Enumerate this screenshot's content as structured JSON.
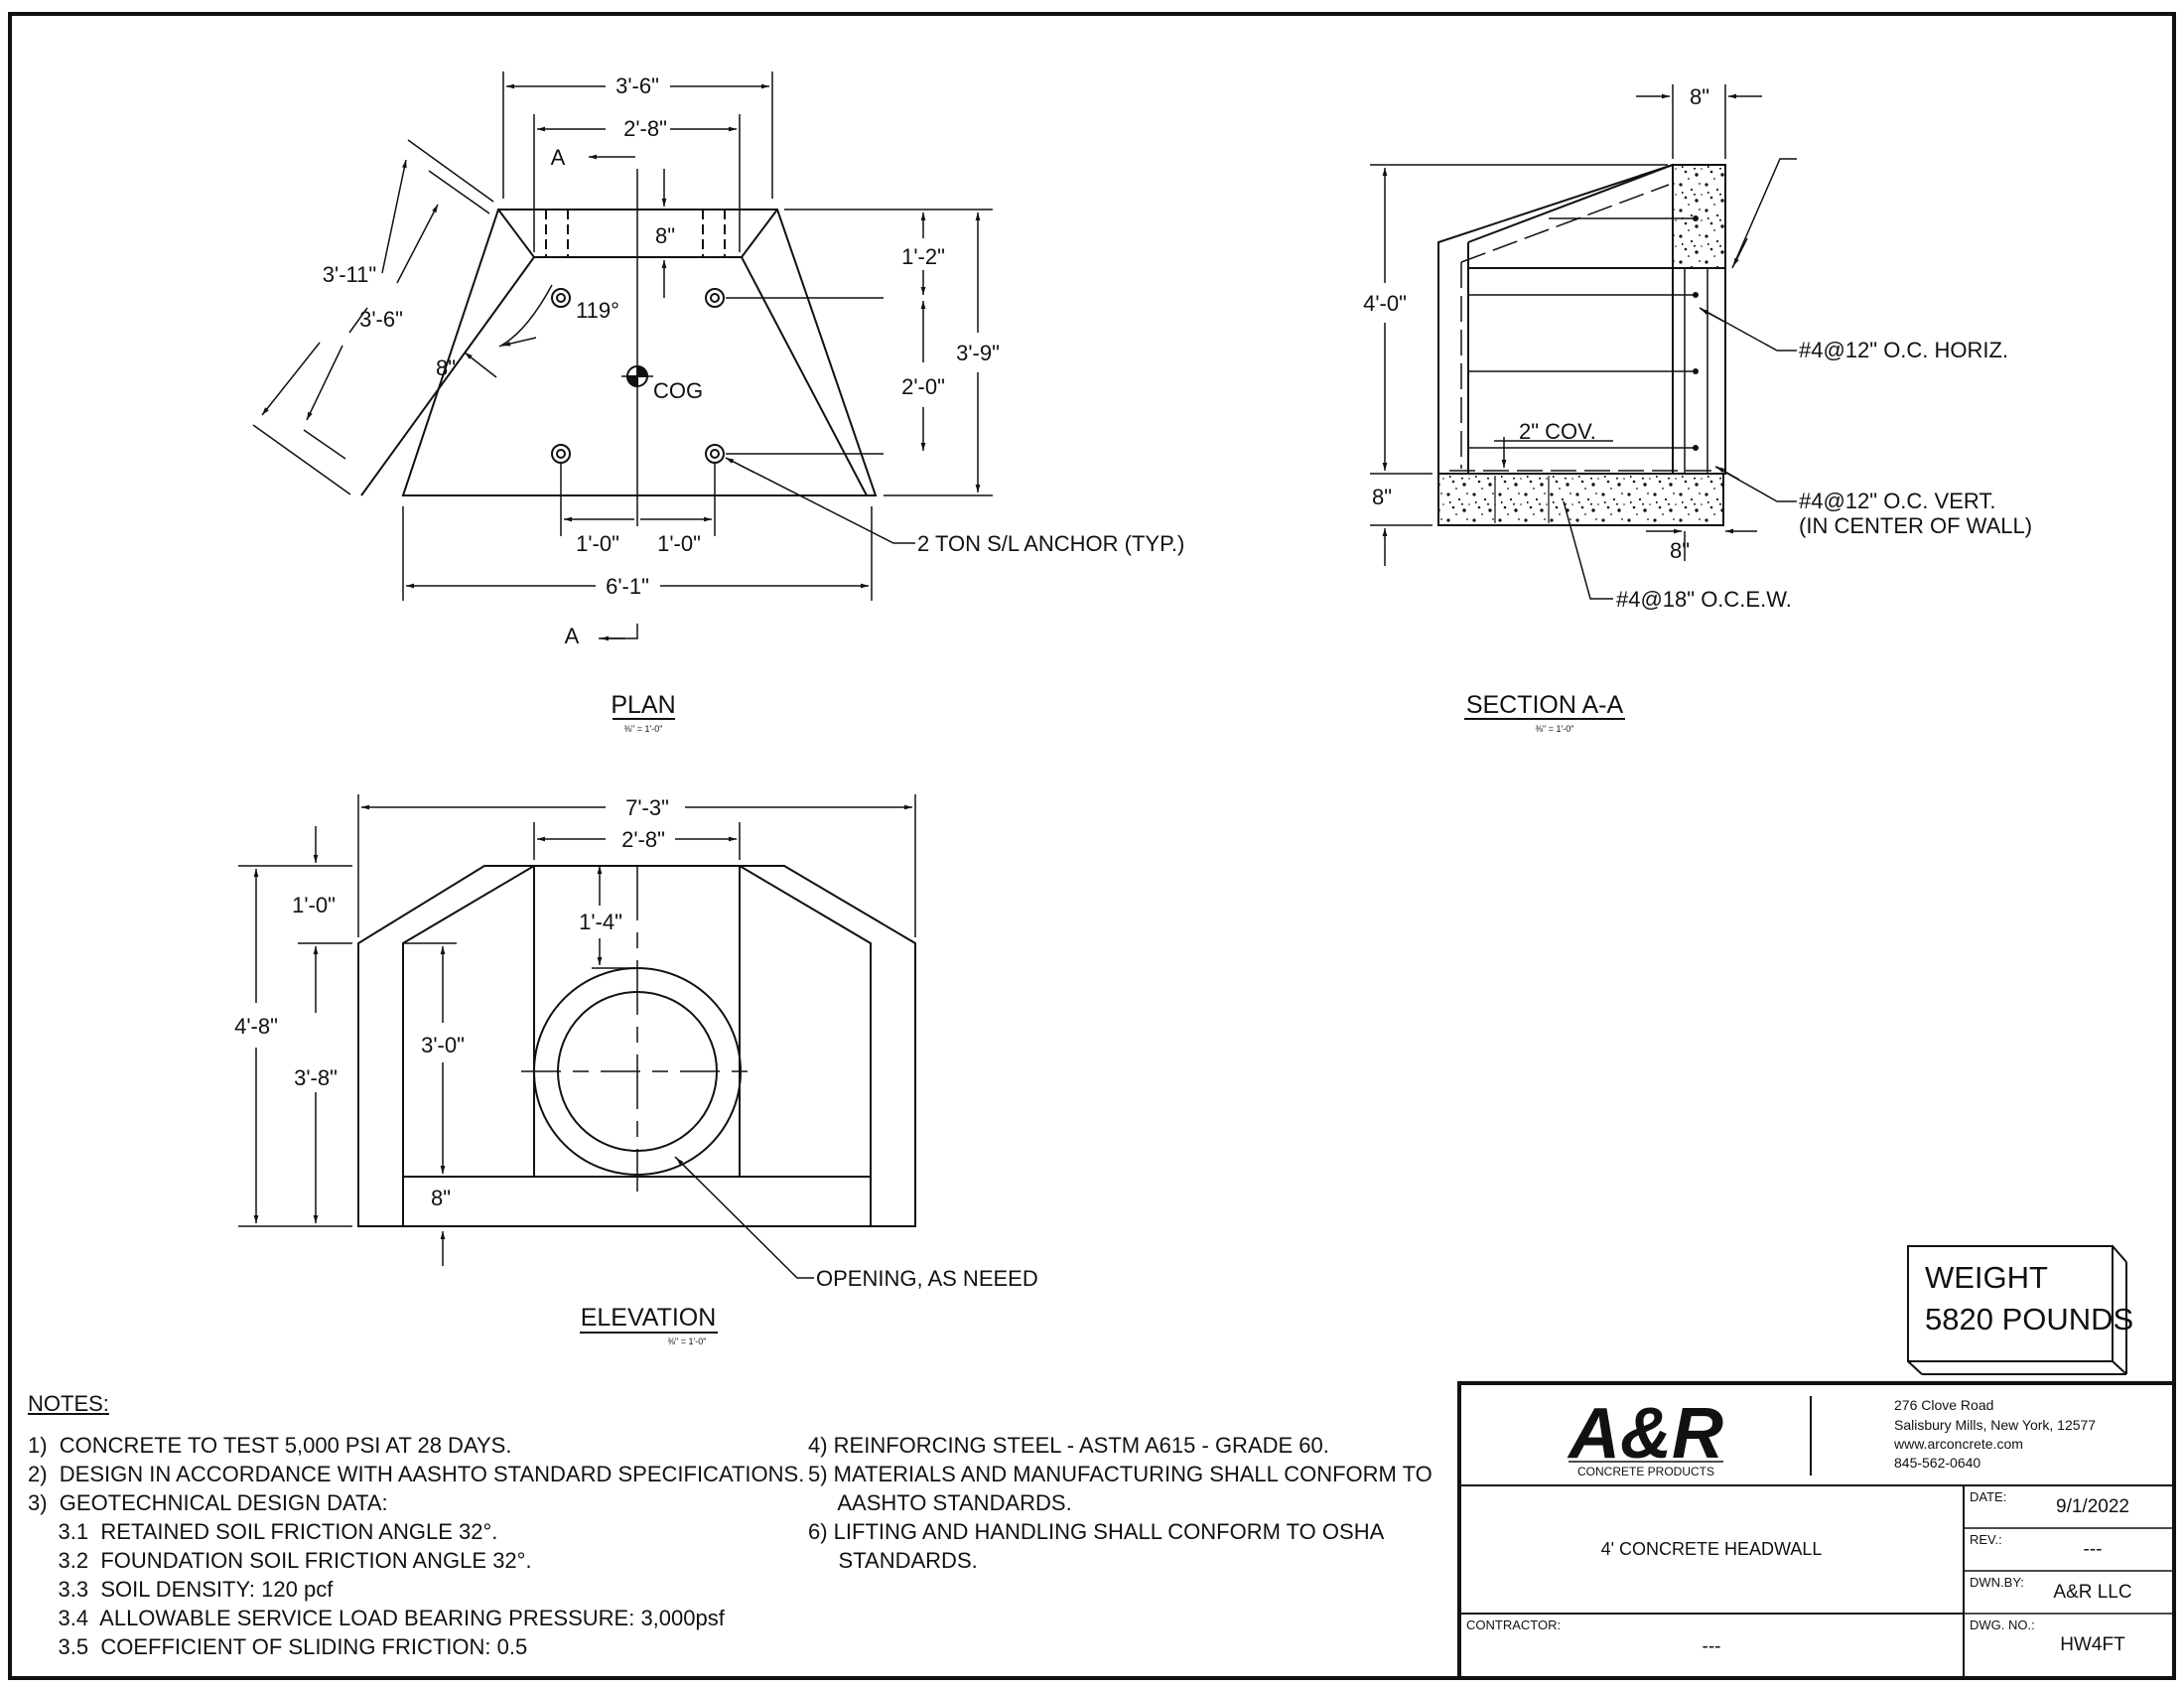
{
  "plan": {
    "title": "PLAN",
    "scale": "⅜\" = 1'-0\"",
    "section_mark": "A",
    "dims": {
      "top_outer": "3'-6\"",
      "top_inner": "2'-8\"",
      "wall_top": "8\"",
      "wing_outer": "3'-11\"",
      "wing_inner": "3'-6\"",
      "wing_thick": "8\"",
      "angle": "119°",
      "cog": "COG",
      "right_upper": "1'-2\"",
      "right_mid": "2'-0\"",
      "right_total": "3'-9\"",
      "anchor_left": "1'-0\"",
      "anchor_right": "1'-0\"",
      "bottom": "6'-1\""
    },
    "anchor_callout": "2 TON S/L ANCHOR (TYP.)"
  },
  "section": {
    "title": "SECTION A-A",
    "scale": "⅜\" = 1'-0\"",
    "dims": {
      "top_thick": "8\"",
      "height": "4'-0\"",
      "base_thick": "8\"",
      "cover": "2\" COV.",
      "base_off": "8\""
    },
    "callouts": {
      "horiz": "#4@12\" O.C. HORIZ.",
      "vert1": "#4@12\" O.C.  VERT.",
      "vert2": "(IN CENTER OF WALL)",
      "base": "#4@18\" O.C.E.W."
    }
  },
  "elevation": {
    "title": "ELEVATION",
    "scale": "⅜\" = 1'-0\"",
    "dims": {
      "total_width": "7'-3\"",
      "inner_width": "2'-8\"",
      "wing_drop": "1'-0\"",
      "top_to_opening": "1'-4\"",
      "total_height": "4'-8\"",
      "wall_height": "3'-8\"",
      "opening": "3'-0\"",
      "base": "8\""
    },
    "opening_callout": "OPENING, AS NEEED"
  },
  "weight": {
    "label": "WEIGHT",
    "value": "5820 POUNDS"
  },
  "notes": {
    "heading": "NOTES:",
    "col1": [
      "1)  CONCRETE TO TEST 5,000 PSI AT 28 DAYS.",
      "2)  DESIGN IN ACCORDANCE WITH AASHTO STANDARD SPECIFICATIONS.",
      "3)  GEOTECHNICAL DESIGN DATA:",
      "     3.1  RETAINED SOIL FRICTION ANGLE 32°.",
      "     3.2  FOUNDATION SOIL FRICTION ANGLE 32°.",
      "     3.3  SOIL DENSITY: 120 pcf",
      "     3.4  ALLOWABLE SERVICE LOAD BEARING PRESSURE: 3,000psf",
      "     3.5  COEFFICIENT OF SLIDING FRICTION: 0.5"
    ],
    "col2": [
      "4) REINFORCING STEEL - ASTM A615 - GRADE 60.",
      "5) MATERIALS AND MANUFACTURING SHALL CONFORM TO",
      "     AASHTO STANDARDS.",
      "6) LIFTING AND HANDLING SHALL CONFORM TO OSHA",
      "     STANDARDS."
    ]
  },
  "title_block": {
    "logo": "A&R",
    "logo_sub": "CONCRETE PRODUCTS",
    "address": [
      "276 Clove Road",
      "Salisbury Mills, New York, 12577",
      "www.arconcrete.com",
      "845-562-0640"
    ],
    "drawing_title": "4' CONCRETE HEADWALL",
    "contractor_label": "CONTRACTOR:",
    "contractor_value": "---",
    "date_label": "DATE:",
    "date_value": "9/1/2022",
    "rev_label": "REV.:",
    "rev_value": "---",
    "drawn_label": "DWN.BY:",
    "drawn_value": "A&R LLC",
    "dwg_label": "DWG. NO.:",
    "dwg_value": "HW4FT"
  }
}
